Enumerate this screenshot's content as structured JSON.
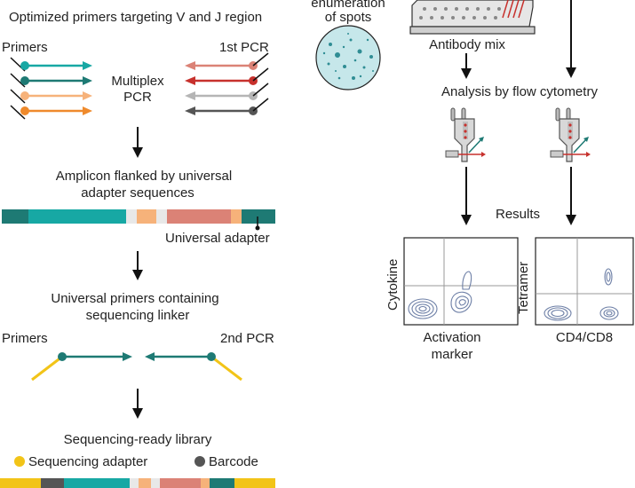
{
  "left": {
    "header": "Optimized primers targeting V and J region",
    "primers_label": "Primers",
    "first_pcr_label": "1st PCR",
    "multiplex_line1": "Multiplex",
    "multiplex_line2": "PCR",
    "amplicon_line1": "Amplicon flanked by universal",
    "amplicon_line2": "adapter sequences",
    "universal_adapter": "Universal adapter",
    "universal_primers_line1": "Universal primers containing",
    "universal_primers_line2": "sequencing linker",
    "primers2_label": "Primers",
    "second_pcr_label": "2nd PCR",
    "library_title": "Sequencing-ready library",
    "legend_sequencing_adapter": "Sequencing adapter",
    "legend_barcode": "Barcode"
  },
  "right": {
    "enumeration_line1": "enumeration",
    "enumeration_line2": "of spots",
    "antibody_mix": "Antibody mix",
    "flow_title": "Analysis by flow cytometry",
    "results": "Results",
    "plot1_ylabel": "Cytokine",
    "plot1_xlabel_line1": "Activation",
    "plot1_xlabel_line2": "marker",
    "plot2_ylabel": "Tetramer",
    "plot2_xlabel": "CD4/CD8"
  },
  "colors": {
    "teal_dark": "#1e7a74",
    "teal": "#17a8a4",
    "peach": "#f6b27a",
    "salmon": "#db8276",
    "orange": "#ef8a2c",
    "red": "#c7312d",
    "gray": "#b5b5b5",
    "dark_gray": "#555555",
    "yellow": "#f2c418",
    "contour": "#6d7fa6"
  },
  "icons": [
    "elispot-well-icon",
    "plate-icon",
    "flow-cell-icon",
    "flow-cell-icon"
  ]
}
